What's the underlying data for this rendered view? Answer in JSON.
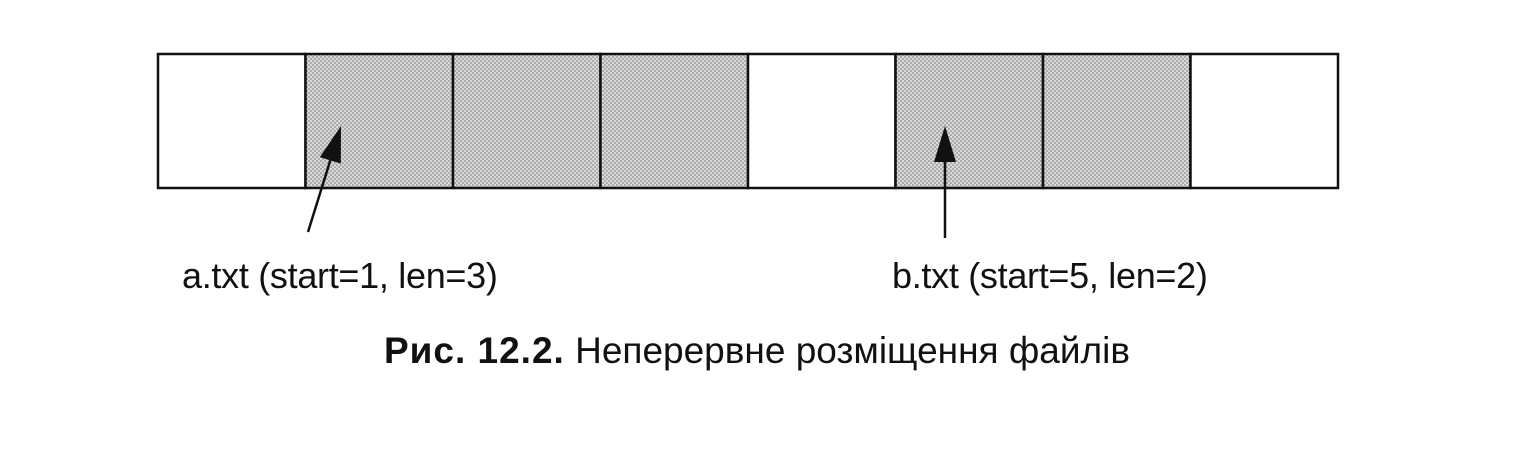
{
  "blocks": [
    {
      "index": 0,
      "used": false
    },
    {
      "index": 1,
      "used": true
    },
    {
      "index": 2,
      "used": true
    },
    {
      "index": 3,
      "used": true
    },
    {
      "index": 4,
      "used": false
    },
    {
      "index": 5,
      "used": true
    },
    {
      "index": 6,
      "used": true
    },
    {
      "index": 7,
      "used": false
    }
  ],
  "files": [
    {
      "label": "a.txt (start=1, len=3)",
      "start": 1,
      "len": 3
    },
    {
      "label": "b.txt (start=5, len=2)",
      "start": 5,
      "len": 2
    }
  ],
  "caption": {
    "number": "Рис. 12.2.",
    "text": "Неперервне розміщення файлів"
  },
  "colors": {
    "line": "#111111",
    "used_fill_base": "#d9d9d9",
    "used_fill_dots": "#6e6e6e",
    "free_fill": "#ffffff"
  }
}
